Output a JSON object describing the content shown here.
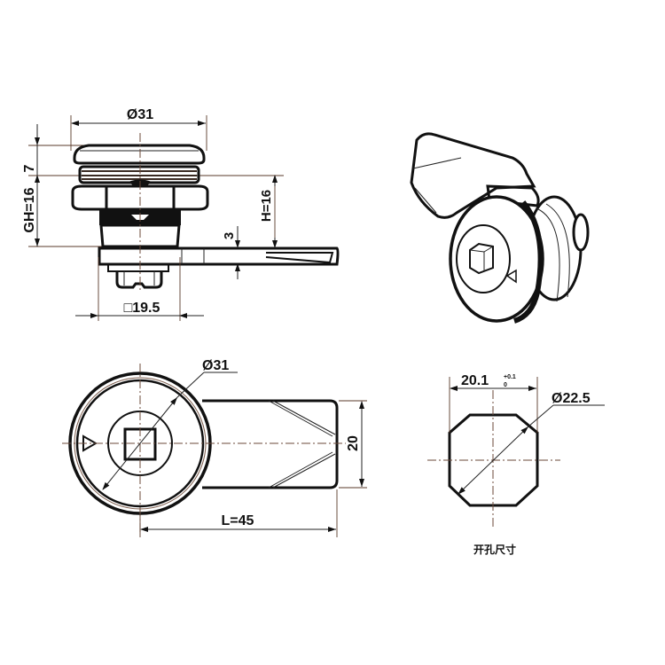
{
  "drawing": {
    "title": "Cam lock dimension drawing",
    "colors": {
      "line": "#111111",
      "centerline": "#6b4a3a",
      "background": "#ffffff"
    },
    "side_view": {
      "diameter_label": "Ø31",
      "height_7": "7",
      "gh_label": "GH=16",
      "h_label": "H=16",
      "thickness_label": "3",
      "square_label": "□19.5"
    },
    "isometric_view": {
      "name": "3d-view",
      "indicator": "triangle-arrow"
    },
    "front_view": {
      "diameter_label": "Ø31",
      "width_label": "20",
      "length_label": "L=45"
    },
    "cutout_view": {
      "width_label": "20.1",
      "tolerance_upper": "+0.1",
      "tolerance_lower": "0",
      "diameter_label": "Ø22.5",
      "caption": "开孔尺寸"
    }
  }
}
